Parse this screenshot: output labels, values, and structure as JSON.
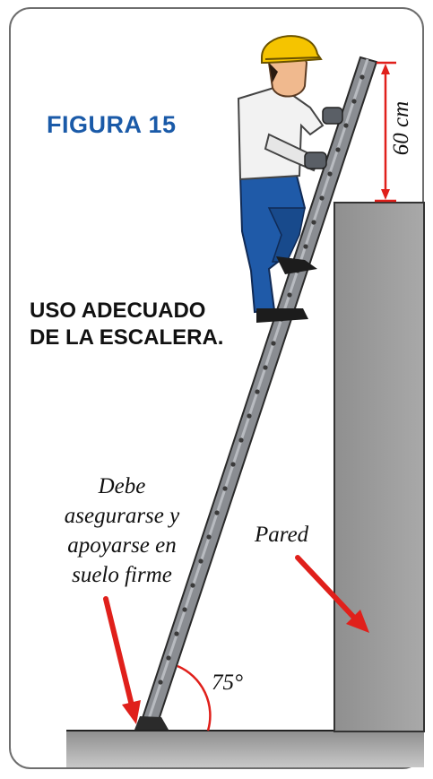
{
  "figure_title": "FIGURA 15",
  "subtitle_line1": "USO ADECUADO",
  "subtitle_line2": "DE LA ESCALERA.",
  "note_lines": [
    "Debe",
    "asegurarse y",
    "apoyarse en",
    "suelo firme"
  ],
  "wall_label": "Pared",
  "angle_label": "75°",
  "dimension_label": "60 cm",
  "colors": {
    "title_blue": "#1a5aa8",
    "arrow_red": "#e0201b",
    "wall_gray": "#9c9c9c",
    "ladder_gray": "#8a8d92",
    "helmet_yellow": "#f5c400",
    "trousers_blue": "#1f5aa8"
  }
}
